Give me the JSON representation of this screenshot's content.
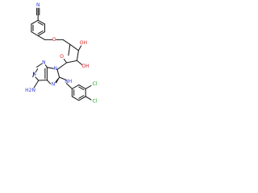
{
  "atom_labels": {
    "nitrile_n": "N",
    "ether_o": "O",
    "ring_o": "O",
    "oh_top": "OH",
    "oh_right": "OH",
    "purine_n1": "N",
    "purine_n3": "N",
    "purine_n7": "N",
    "purine_n9": "N",
    "amine_h2n": "H2N",
    "amine_nh": "NH",
    "chloro_1": "Cl",
    "chloro_2": "Cl"
  },
  "colors": {
    "bond": "#1a1a1a",
    "nitrogen": "#2f3bd6",
    "oxygen": "#d62222",
    "chlorine": "#21a021",
    "carbon": "#1a1a1a"
  }
}
